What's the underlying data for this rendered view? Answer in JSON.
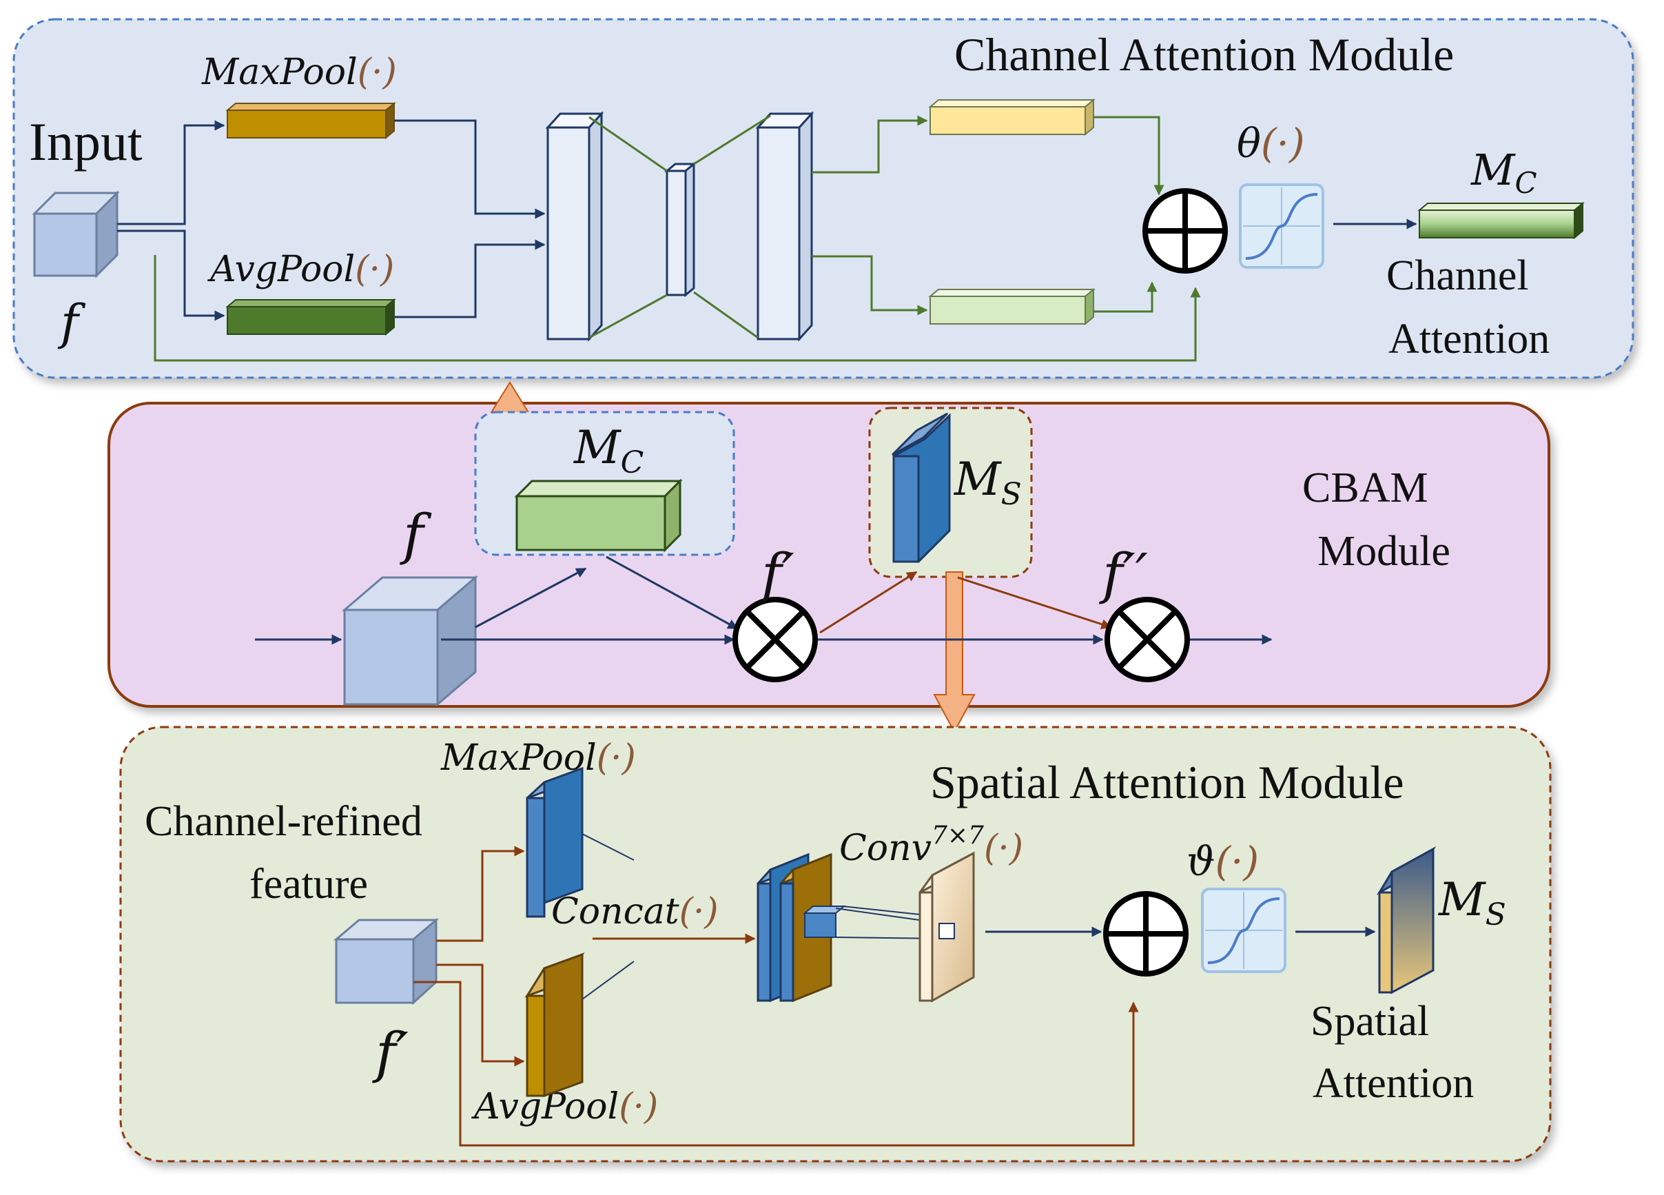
{
  "channel_module": {
    "title": "Channel Attention Module",
    "input_label": "Input",
    "input_var": "f",
    "maxpool": "MaxPool",
    "avgpool": "AvgPool",
    "paren": "(·)",
    "theta": "θ",
    "mc": "M",
    "mc_sub": "C",
    "output_label_1": "Channel",
    "output_label_2": "Attention"
  },
  "cbam_module": {
    "title_1": "CBAM",
    "title_2": "Module",
    "f": "f",
    "f_prime": "f′",
    "f_double_prime": "f′′",
    "mc": "M",
    "mc_sub": "C",
    "ms": "M",
    "ms_sub": "S"
  },
  "spatial_module": {
    "title": "Spatial Attention Module",
    "input_label_1": "Channel-refined",
    "input_label_2": "feature",
    "input_var": "f′",
    "maxpool": "MaxPool",
    "avgpool": "AvgPool",
    "concat": "Concat",
    "conv": "Conv",
    "conv_sup": "7×7",
    "paren": "(·)",
    "vartheta": "ϑ",
    "ms": "M",
    "ms_sub": "S",
    "output_label_1": "Spatial",
    "output_label_2": "Attention"
  },
  "colors": {
    "channel_bg": "#dde5f2",
    "cbam_bg": "#ead5f0",
    "spatial_bg": "#e4ead8",
    "navy": "#1f3864",
    "green_arrow": "#4e7a2c",
    "brown_arrow": "#8b3a0f",
    "orange_arrow": "#f4b183"
  }
}
